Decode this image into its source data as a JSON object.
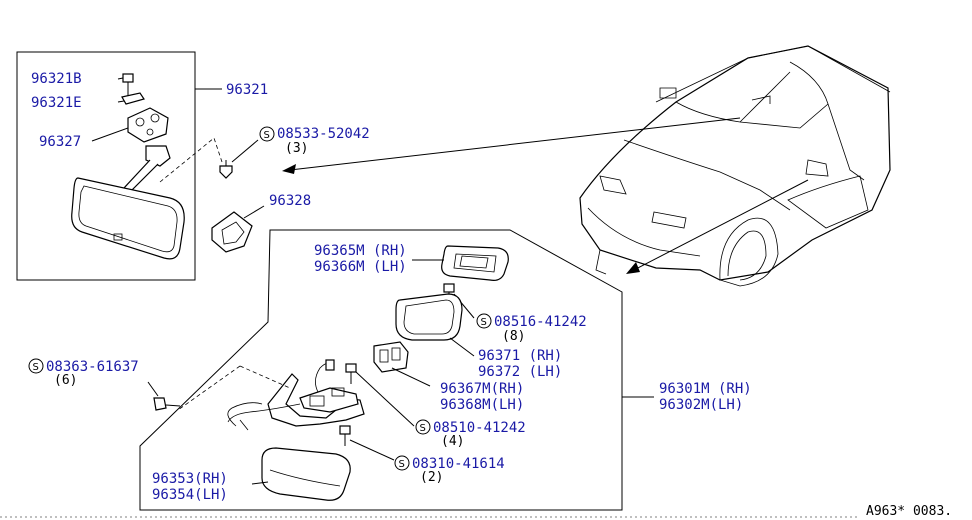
{
  "labels": {
    "p96321B": "96321B",
    "p96321E": "96321E",
    "p96327": "96327",
    "p96321": "96321",
    "s08533": "08533-52042",
    "s08533_qty": "(3)",
    "p96328": "96328",
    "p96365M": "96365M (RH)",
    "p96366M": "96366M (LH)",
    "s08516": "08516-41242",
    "s08516_qty": "(8)",
    "p96371": "96371 (RH)",
    "p96372": "96372 (LH)",
    "p96367M": "96367M(RH)",
    "p96368M": "96368M(LH)",
    "p96301M": "96301M (RH)",
    "p96302M": "96302M(LH)",
    "s08363": "08363-61637",
    "s08363_qty": "(6)",
    "s08510": "08510-41242",
    "s08510_qty": "(4)",
    "s08310": "08310-41614",
    "s08310_qty": "(2)",
    "p96353": "96353(RH)",
    "p96354": "96354(LH)"
  },
  "screw_symbol": "S",
  "reference_code": "A963* 0083.",
  "colors": {
    "label": "#1a1aa6",
    "line": "#000000",
    "background": "#ffffff"
  }
}
